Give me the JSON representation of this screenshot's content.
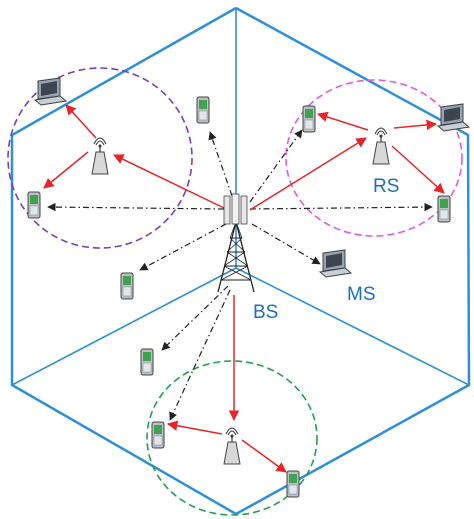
{
  "labels": {
    "bs": "BS",
    "ms": "MS",
    "rs": "RS"
  },
  "colors": {
    "cell_outline": "#2f8fd8",
    "label_text": "#1d6fc4",
    "relay_link": "#e8262a",
    "direct_link": "#222222",
    "cluster_left": "#7b3fb8",
    "cluster_right": "#e05cdc",
    "cluster_bottom": "#20a050"
  }
}
